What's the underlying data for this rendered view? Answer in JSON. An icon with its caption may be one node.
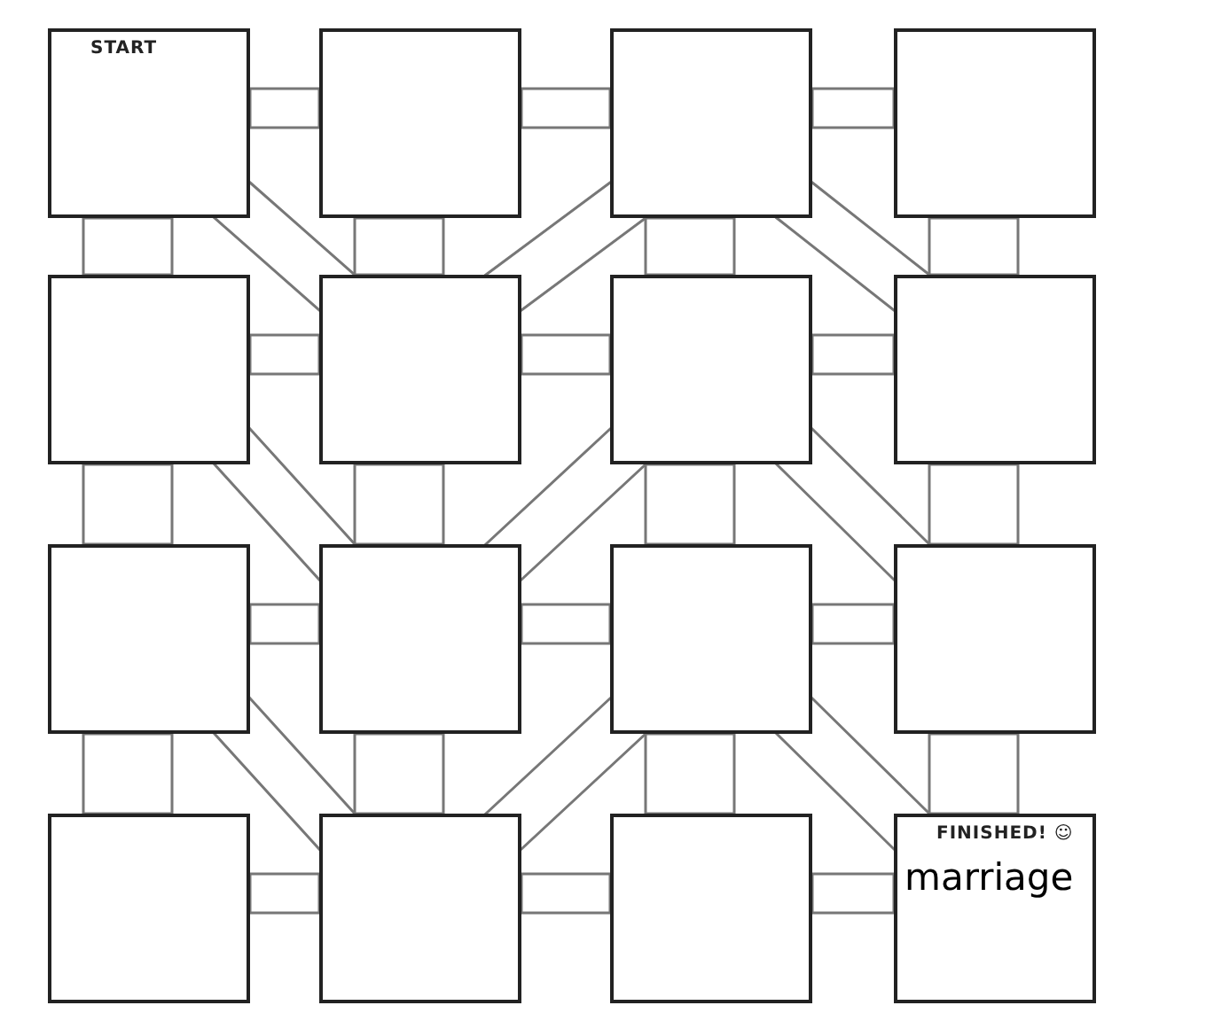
{
  "diagram": {
    "nodes": [
      {
        "text": [
          "START"
        ]
      },
      {
        "text": [],
        "shape": "box"
      },
      {
        "text": [],
        "shape": "box"
      },
      {
        "text": [],
        "shape": "box"
      },
      {
        "text": [],
        "shape": "box"
      },
      {
        "text": [],
        "shape": "box"
      },
      {
        "text": [],
        "shape": "box"
      },
      {
        "text": [],
        "shape": "box"
      },
      {
        "text": [],
        "shape": "box"
      },
      {
        "text": [],
        "shape": "box"
      },
      {
        "text": [],
        "shape": "box"
      },
      {
        "text": [],
        "shape": "box"
      },
      {
        "text": [],
        "shape": "box"
      },
      {
        "text": [],
        "shape": "box"
      },
      {
        "text": [],
        "shape": "box"
      },
      {
        "text": [
          "FINISHED! ☺",
          "marriage"
        ]
      }
    ],
    "edges": [
      {
        "from": 0,
        "to": 1,
        "arrow": "none"
      },
      {
        "from": 1,
        "to": 2,
        "arrow": "none"
      },
      {
        "from": 2,
        "to": 3,
        "arrow": "none"
      },
      {
        "from": 4,
        "to": 5,
        "arrow": "none"
      },
      {
        "from": 5,
        "to": 6,
        "arrow": "none"
      },
      {
        "from": 6,
        "to": 7,
        "arrow": "none"
      },
      {
        "from": 8,
        "to": 9,
        "arrow": "none"
      },
      {
        "from": 9,
        "to": 10,
        "arrow": "none"
      },
      {
        "from": 10,
        "to": 11,
        "arrow": "none"
      },
      {
        "from": 12,
        "to": 13,
        "arrow": "none"
      },
      {
        "from": 13,
        "to": 14,
        "arrow": "none"
      },
      {
        "from": 14,
        "to": 15,
        "arrow": "none"
      },
      {
        "from": 0,
        "to": 4,
        "arrow": "none"
      },
      {
        "from": 1,
        "to": 5,
        "arrow": "none"
      },
      {
        "from": 2,
        "to": 6,
        "arrow": "none"
      },
      {
        "from": 3,
        "to": 7,
        "arrow": "none"
      },
      {
        "from": 4,
        "to": 8,
        "arrow": "none"
      },
      {
        "from": 5,
        "to": 9,
        "arrow": "none"
      },
      {
        "from": 6,
        "to": 10,
        "arrow": "none"
      },
      {
        "from": 7,
        "to": 11,
        "arrow": "none"
      },
      {
        "from": 8,
        "to": 12,
        "arrow": "none"
      },
      {
        "from": 9,
        "to": 13,
        "arrow": "none"
      },
      {
        "from": 10,
        "to": 14,
        "arrow": "none"
      },
      {
        "from": 11,
        "to": 15,
        "arrow": "none"
      },
      {
        "from": 0,
        "to": 5,
        "arrow": "none"
      },
      {
        "from": 2,
        "to": 5,
        "arrow": "none"
      },
      {
        "from": 2,
        "to": 7,
        "arrow": "none"
      },
      {
        "from": 4,
        "to": 9,
        "arrow": "none"
      },
      {
        "from": 6,
        "to": 9,
        "arrow": "none"
      },
      {
        "from": 6,
        "to": 11,
        "arrow": "none"
      },
      {
        "from": 8,
        "to": 13,
        "arrow": "none"
      },
      {
        "from": 10,
        "to": 13,
        "arrow": "none"
      },
      {
        "from": 10,
        "to": 15,
        "arrow": "none"
      }
    ]
  }
}
